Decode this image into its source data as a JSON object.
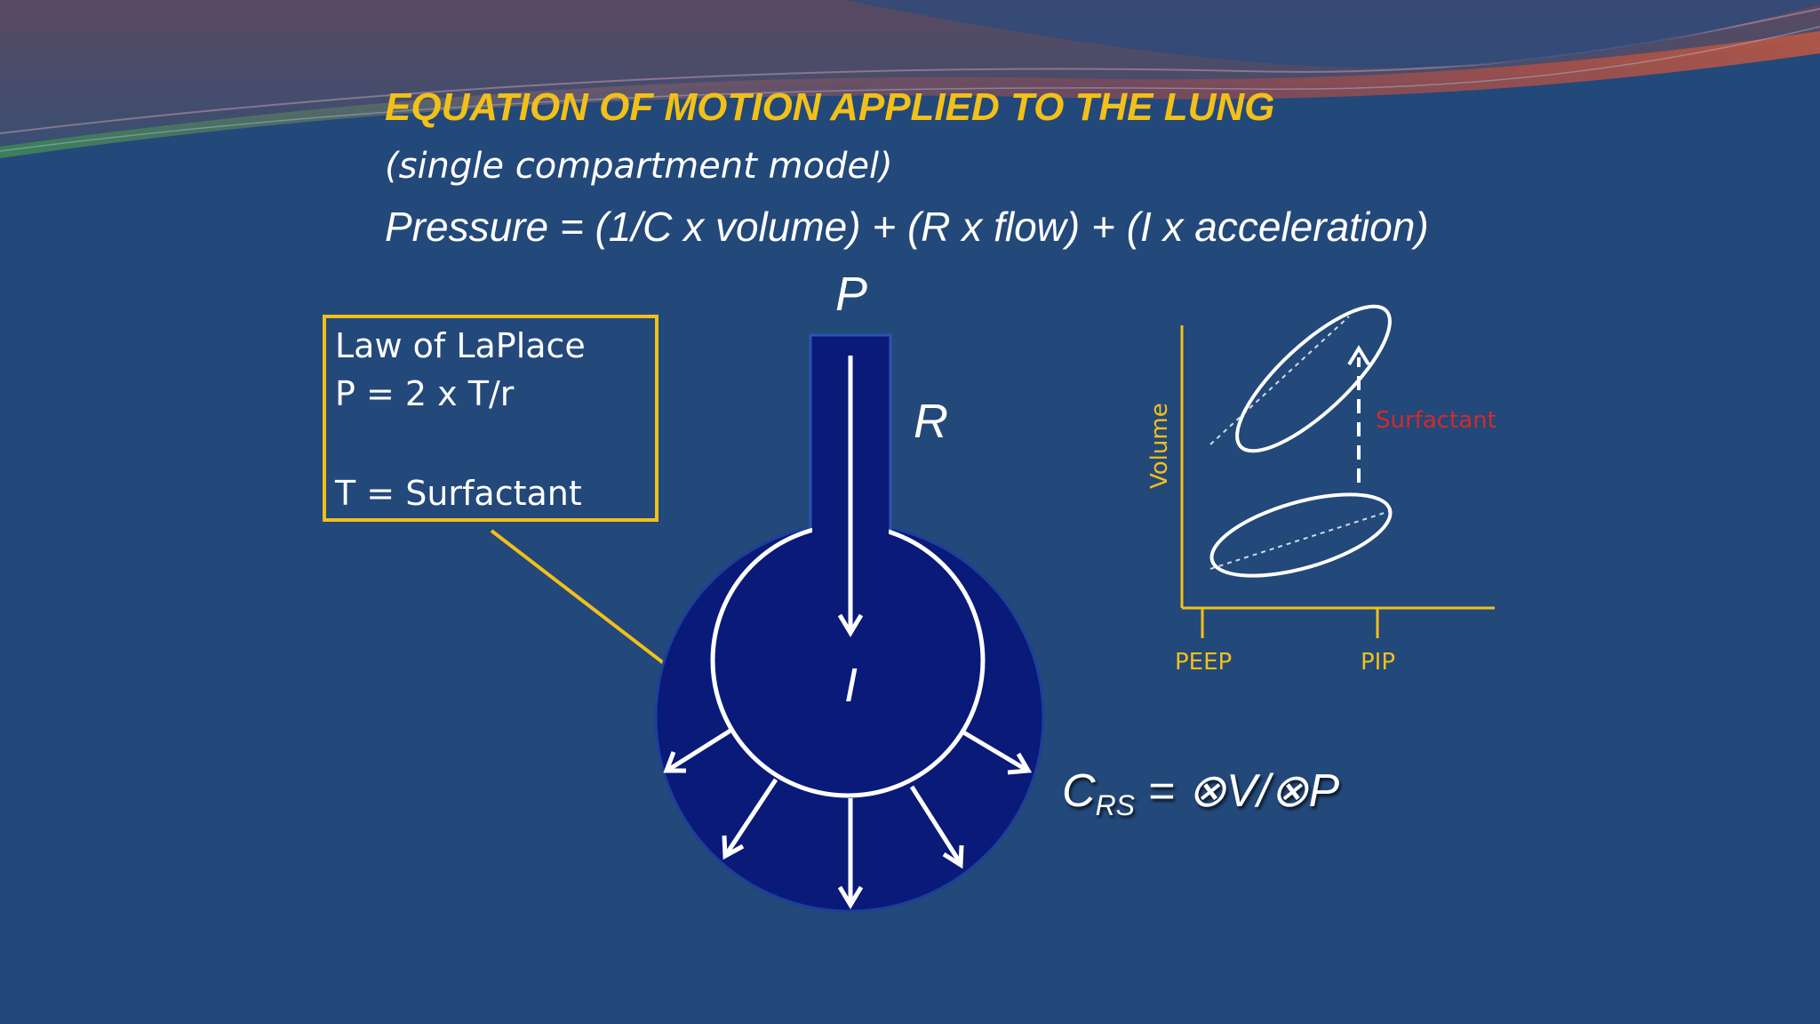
{
  "title": "EQUATION OF MOTION APPLIED TO THE LUNG",
  "subtitle": "(single compartment model)",
  "equation": "Pressure = (1/C x volume) + (R x flow) + (I x acceleration)",
  "lung_model": {
    "pressure_label": "P",
    "resistance_label": "R",
    "inertance_label": "I"
  },
  "laplace_box": {
    "line1": "Law of LaPlace",
    "line2": "P = 2 x T/r",
    "line3": "T = Surfactant"
  },
  "pv_graph": {
    "y_label": "Volume",
    "x_tick_1": "PEEP",
    "x_tick_2": "PIP",
    "annotation": "Surfactant"
  },
  "compliance": {
    "c": "C",
    "sub": "RS",
    "rest": " = ⊗V/⊗P"
  },
  "colors": {
    "background": "#23487a",
    "accent_yellow": "#f2c019",
    "lung_fill": "#0a1a78",
    "surfactant_red": "#d42a2a"
  }
}
